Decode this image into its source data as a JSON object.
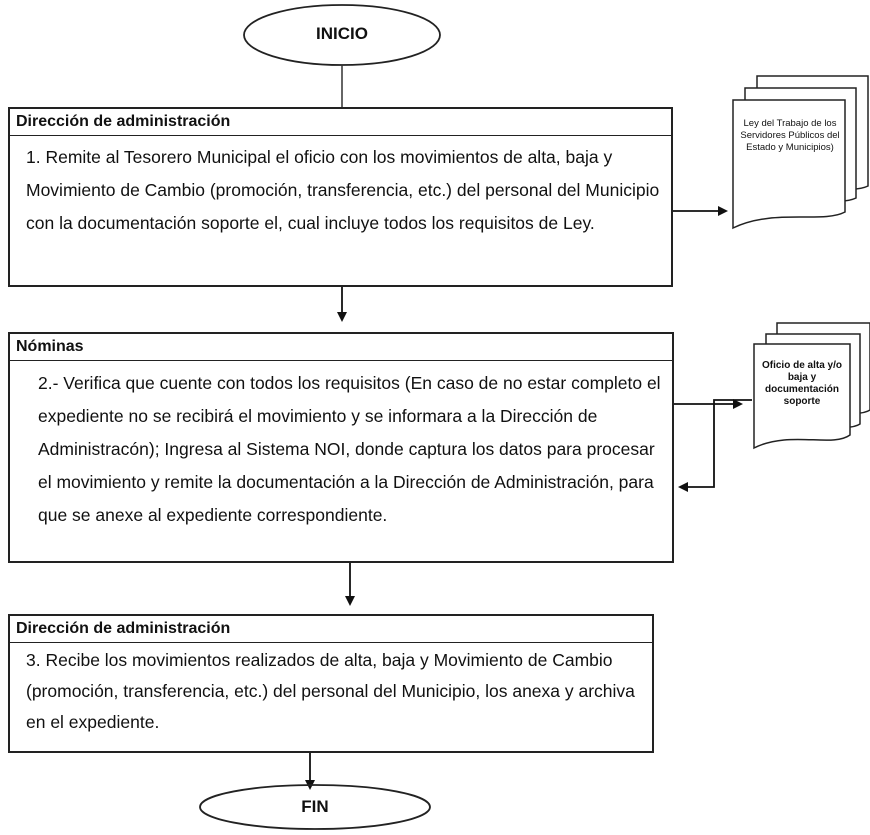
{
  "start": {
    "label": "INICIO"
  },
  "end": {
    "label": "FIN"
  },
  "steps": [
    {
      "header": "Dirección de administración",
      "text": "1.  Remite al Tesorero Municipal el oficio con los movimientos de alta, baja  y Movimiento de Cambio (promoción, transferencia, etc.) del personal del Municipio con la documentación soporte el, cual incluye todos los requisitos de Ley."
    },
    {
      "header": "Nóminas",
      "text": "2.- Verifica que cuente con todos los requisitos (En caso de no estar completo el expediente no se recibirá el movimiento y se informara a la Dirección de Administracón);  Ingresa al Sistema NOI, donde captura los datos para procesar el movimiento y remite la documentación a la Dirección de Administración, para que se anexe al expediente correspondiente."
    },
    {
      "header": "Dirección de administración",
      "text": "3.  Recibe los movimientos realizados  de alta, baja y Movimiento de Cambio (promoción, transferencia, etc.) del personal del Municipio,  los anexa y archiva en el expediente."
    }
  ],
  "documents": [
    {
      "label": "Ley del Trabajo de los Servidores Públicos del Estado y Municipios)"
    },
    {
      "label": "Oficio de alta y/o baja y documentación soporte"
    }
  ]
}
